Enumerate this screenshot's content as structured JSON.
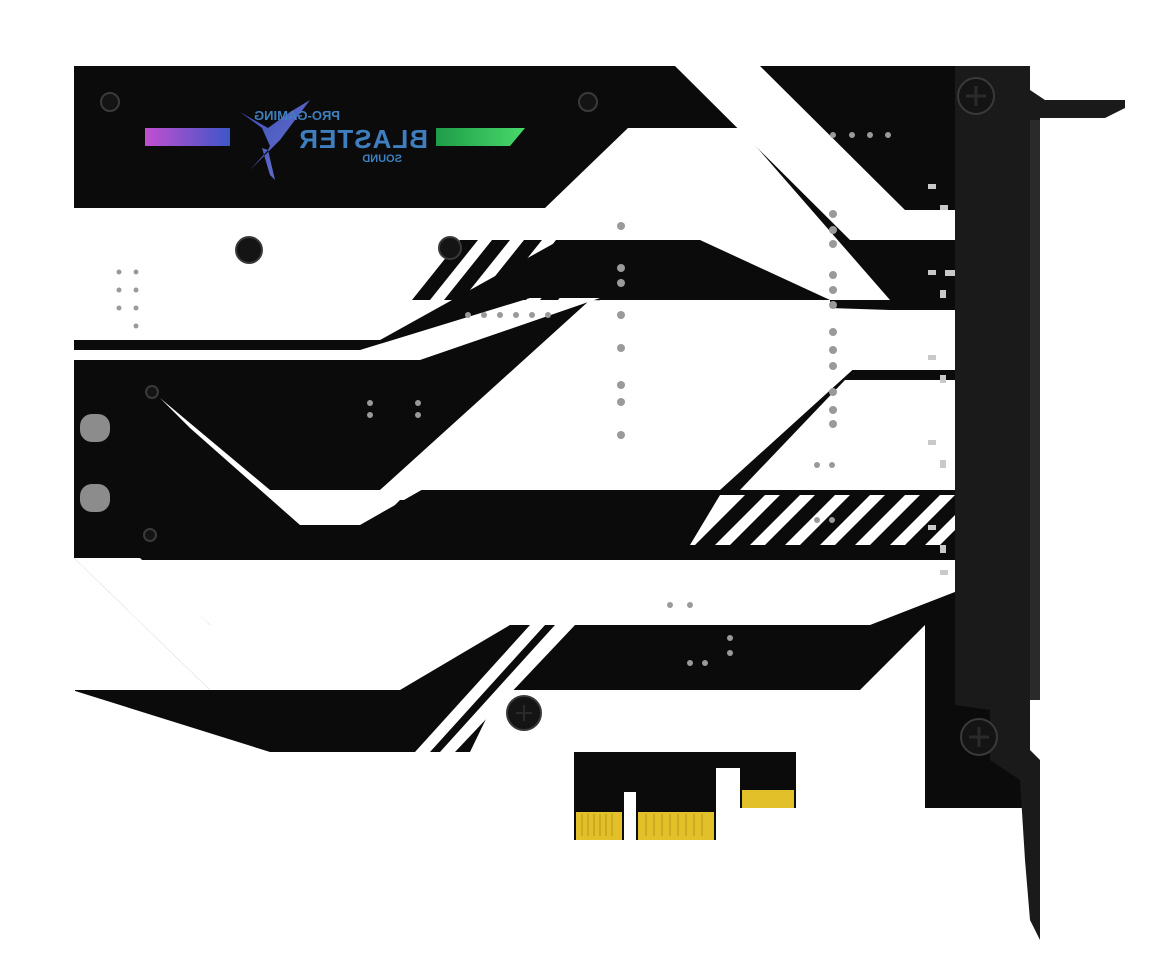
{
  "logo": {
    "small_word": "SOUND",
    "big_word": "BLASTER",
    "sub_word": "PRO-GAMING",
    "mark": "X",
    "mirrored": true
  },
  "colors": {
    "background": "#ffffff",
    "pcb_black": "#0b0b0b",
    "pcb_white": "#ffffff",
    "bracket": "#1a1a1a",
    "gold_contacts": "#e2c02a",
    "screw": "#141414",
    "via_gray": "#9a9a9a",
    "logo_blue": "#3f7fbf",
    "gradient_left_start": "#c24fd0",
    "gradient_left_end": "#3e56c8",
    "gradient_right_start": "#1f9c49",
    "gradient_right_end": "#47d96a"
  }
}
